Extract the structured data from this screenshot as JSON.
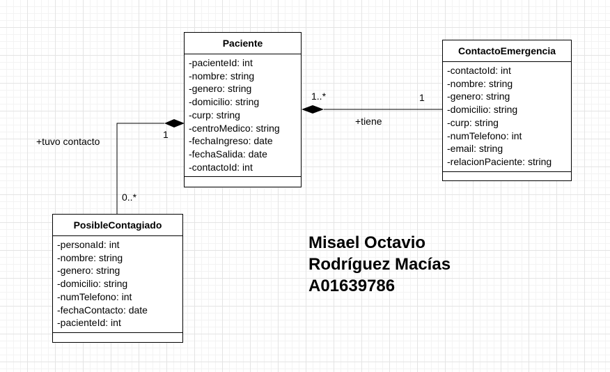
{
  "classes": {
    "paciente": {
      "name": "Paciente",
      "attributes": [
        "-pacienteId: int",
        "-nombre: string",
        "-genero: string",
        "-domicilio: string",
        "-curp: string",
        "-centroMedico: string",
        "-fechaIngreso: date",
        "-fechaSalida: date",
        "-contactoId: int"
      ]
    },
    "contacto_emergencia": {
      "name": "ContactoEmergencia",
      "attributes": [
        "-contactoId: int",
        "-nombre: string",
        "-genero: string",
        "-domicilio: string",
        "-curp: string",
        "-numTelefono: int",
        "-email: string",
        "-relacionPaciente: string"
      ]
    },
    "posible_contagiado": {
      "name": "PosibleContagiado",
      "attributes": [
        "-personaId: int",
        "-nombre: string",
        "-genero: string",
        "-domicilio: string",
        "-numTelefono: int",
        "-fechaContacto: date",
        "-pacienteId: int"
      ]
    }
  },
  "associations": {
    "tiene": {
      "label": "+tiene",
      "source_multiplicity": "1..*",
      "target_multiplicity": "1"
    },
    "tuvo_contacto": {
      "label": "+tuvo contacto",
      "source_multiplicity": "1",
      "target_multiplicity": "0..*"
    }
  },
  "author": {
    "line1": "Misael Octavio",
    "line2": "Rodríguez Macías",
    "line3": "A01639786"
  }
}
